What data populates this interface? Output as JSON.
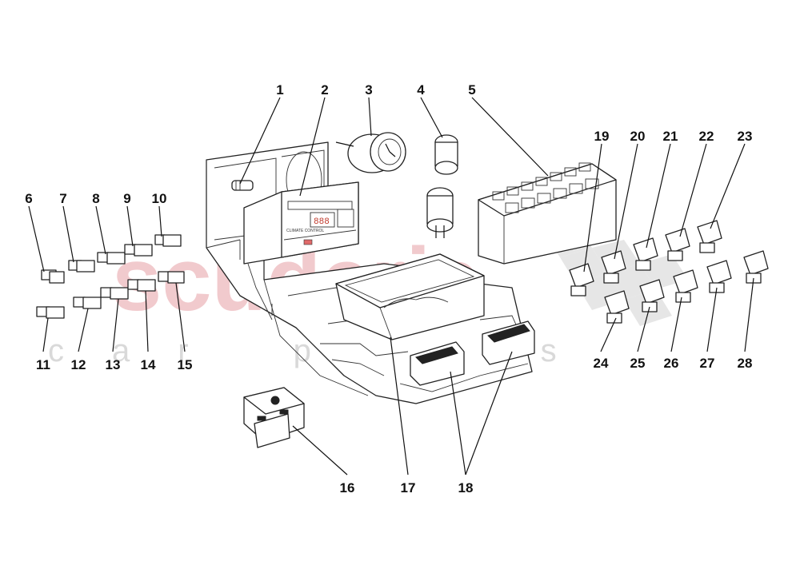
{
  "watermark": {
    "main": "scuderia",
    "sub": "car parts"
  },
  "callouts": [
    "1",
    "2",
    "3",
    "4",
    "5",
    "6",
    "7",
    "8",
    "9",
    "10",
    "11",
    "12",
    "13",
    "14",
    "15",
    "16",
    "17",
    "18",
    "19",
    "20",
    "21",
    "22",
    "23",
    "24",
    "25",
    "26",
    "27",
    "28"
  ],
  "panel": {
    "climate_label": "CLIMATE CONTROL",
    "display": "888"
  }
}
